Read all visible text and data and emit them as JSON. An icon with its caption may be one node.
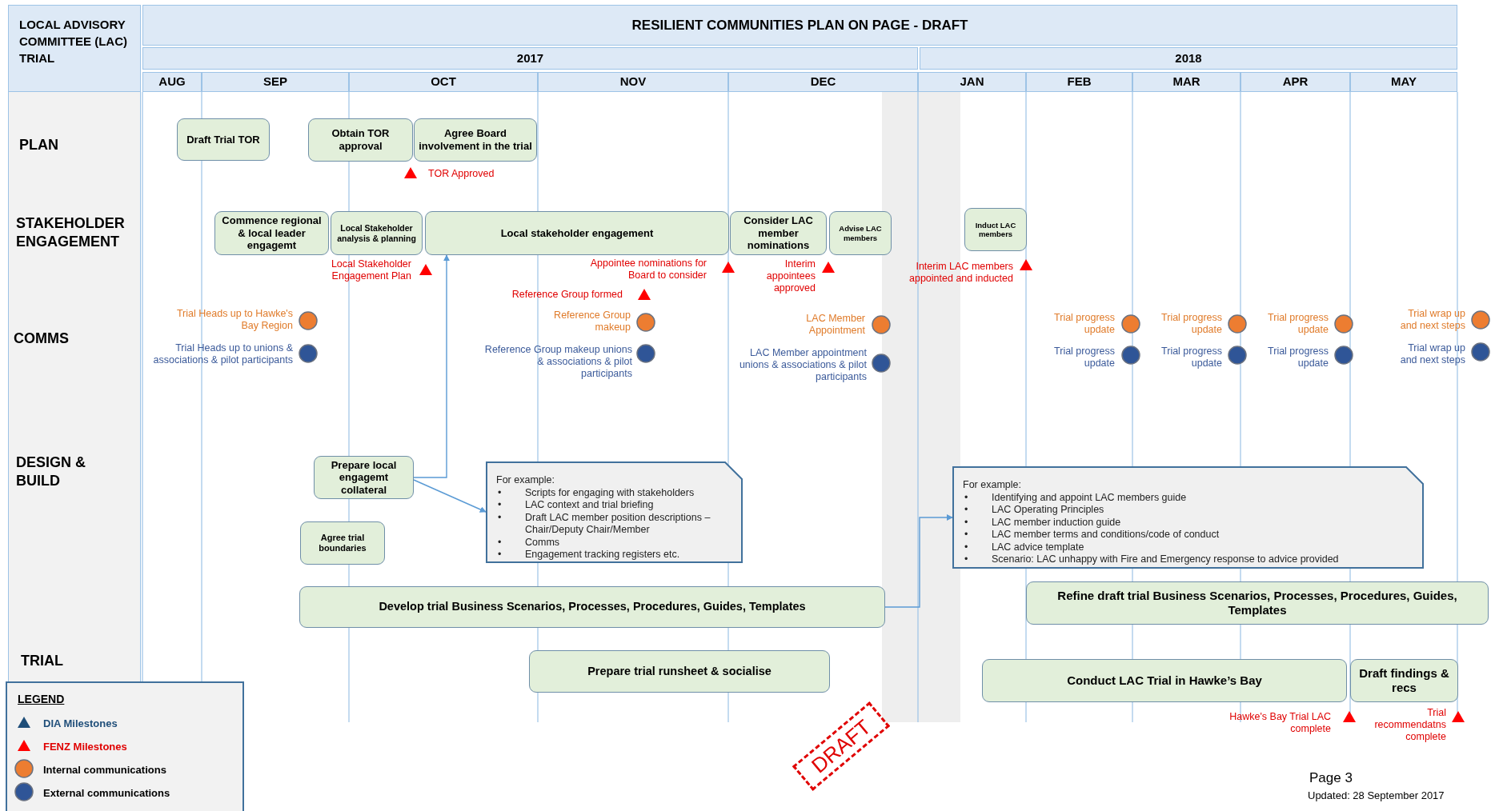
{
  "diagram": {
    "title": "RESILIENT COMMUNITIES PLAN ON PAGE - DRAFT",
    "nodes": [
      {
        "text": [
          "Draft Trial TOR"
        ]
      },
      {
        "text": [
          "Obtain TOR approval"
        ]
      },
      {
        "text": [
          "Agree Board involvement in the trial"
        ]
      },
      {
        "text": [
          "Commence regional & local leader engagemt"
        ]
      },
      {
        "text": [
          "Local Stakeholder analysis & planning"
        ]
      },
      {
        "text": [
          "Local stakeholder engagement"
        ]
      },
      {
        "text": [
          "Consider LAC member nominations"
        ]
      },
      {
        "text": [
          "Advise LAC members"
        ]
      },
      {
        "text": [
          "Induct LAC members"
        ]
      },
      {
        "text": [
          "Prepare local engagemt collateral"
        ]
      },
      {
        "text": [
          "Agree trial boundaries"
        ]
      },
      {
        "text": [
          "For example:",
          "•\tScripts for engaging with stakeholders",
          "•\tLAC context and trial briefing",
          "•\tDraft LAC member position descriptions – Chair/Deputy Chair/Member",
          "•\tComms",
          "•\tEngagement tracking registers etc."
        ]
      },
      {
        "text": [
          "For example:",
          "•\tIdentifying and appoint LAC members guide",
          "•\tLAC Operating Principles",
          "•\tLAC member induction guide",
          "•\tLAC member terms and conditions/code of conduct",
          "•\tLAC advice template",
          "•\tScenario: LAC unhappy with Fire and Emergency response to advice provided"
        ]
      },
      {
        "text": [
          "Develop trial Business Scenarios, Processes, Procedures, Guides, Templates"
        ]
      },
      {
        "text": [
          "Refine draft trial Business Scenarios, Processes, Procedures, Guides, Templates"
        ]
      },
      {
        "text": [
          "Prepare trial runsheet & socialise"
        ]
      },
      {
        "text": [
          "Conduct LAC Trial in Hawke’s Bay"
        ]
      },
      {
        "text": [
          "Draft findings & recs"
        ]
      }
    ],
    "edges": [
      {
        "from": 9,
        "to": 5,
        "arrow": "to"
      },
      {
        "from": 9,
        "to": 11,
        "arrow": "to"
      },
      {
        "from": 13,
        "to": 12,
        "arrow": "to"
      }
    ],
    "labels": [
      "LOCAL ADVISORY COMMITTEE (LAC) TRIAL",
      "2017",
      "2018",
      "AUG",
      "SEP",
      "OCT",
      "NOV",
      "DEC",
      "JAN",
      "FEB",
      "MAR",
      "APR",
      "MAY",
      "PLAN",
      "STAKEHOLDER ENGAGEMENT",
      "COMMS",
      "DESIGN & BUILD",
      "TRIAL",
      "TOR Approved",
      "Local Stakeholder Engagement Plan",
      "Appointee nominations for Board to consider",
      "Reference Group formed",
      "Interim appointees approved",
      "Interim LAC members appointed and inducted",
      "Trial Heads up to Hawke's Bay Region",
      "Trial Heads up to unions & associations & pilot participants",
      "Reference Group makeup",
      "Reference Group makeup unions & associations & pilot participants",
      "LAC Member Appointment",
      "LAC Member appointment unions & associations & pilot participants",
      "Trial progress update",
      "Trial progress update",
      "Trial progress update",
      "Trial wrap up and next steps",
      "Trial progress update",
      "Trial progress update",
      "Trial progress update",
      "Trial wrap up and next steps",
      "Hawke's Bay Trial LAC complete",
      "Trial recommendatns complete",
      "DRAFT",
      "LEGEND",
      "Page 3",
      "Updated: 28 September 2017"
    ],
    "legend": [
      {
        "text": "DIA Milestones",
        "color": "#1f4e79"
      },
      {
        "text": "FENZ Milestones",
        "color": "#ff0000"
      },
      {
        "text": "Internal communications",
        "color": "#ed7d31"
      },
      {
        "text": "External communications",
        "color": "#2f5597"
      }
    ]
  }
}
